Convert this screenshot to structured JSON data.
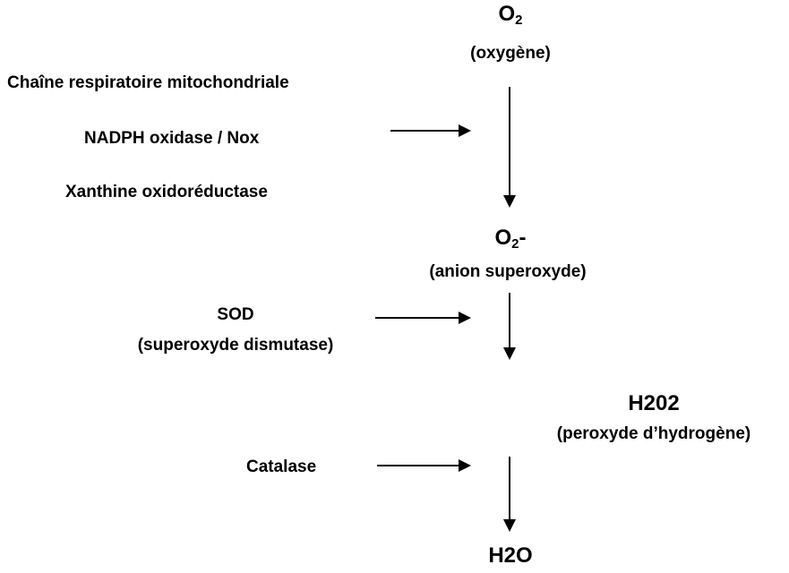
{
  "o2": {
    "base": "O",
    "sub": "2",
    "desc": "(oxygène)"
  },
  "sources": {
    "chain": "Chaîne respiratoire mitochondriale",
    "nadph": "NADPH oxidase / Nox",
    "xanthine": "Xanthine oxidoréductase"
  },
  "superoxide": {
    "base": "O",
    "sub": "2",
    "suffix": "-",
    "desc": "(anion superoxyde)"
  },
  "sod": {
    "name": "SOD",
    "desc": "(superoxyde dismutase)"
  },
  "h2o2": {
    "name": "H202",
    "desc": "(peroxyde d’hydrogène)"
  },
  "catalase": {
    "name": "Catalase"
  },
  "h2o": {
    "name": "H2O"
  },
  "colors": {
    "text": "#000000",
    "arrow": "#000000",
    "background": "#ffffff"
  }
}
